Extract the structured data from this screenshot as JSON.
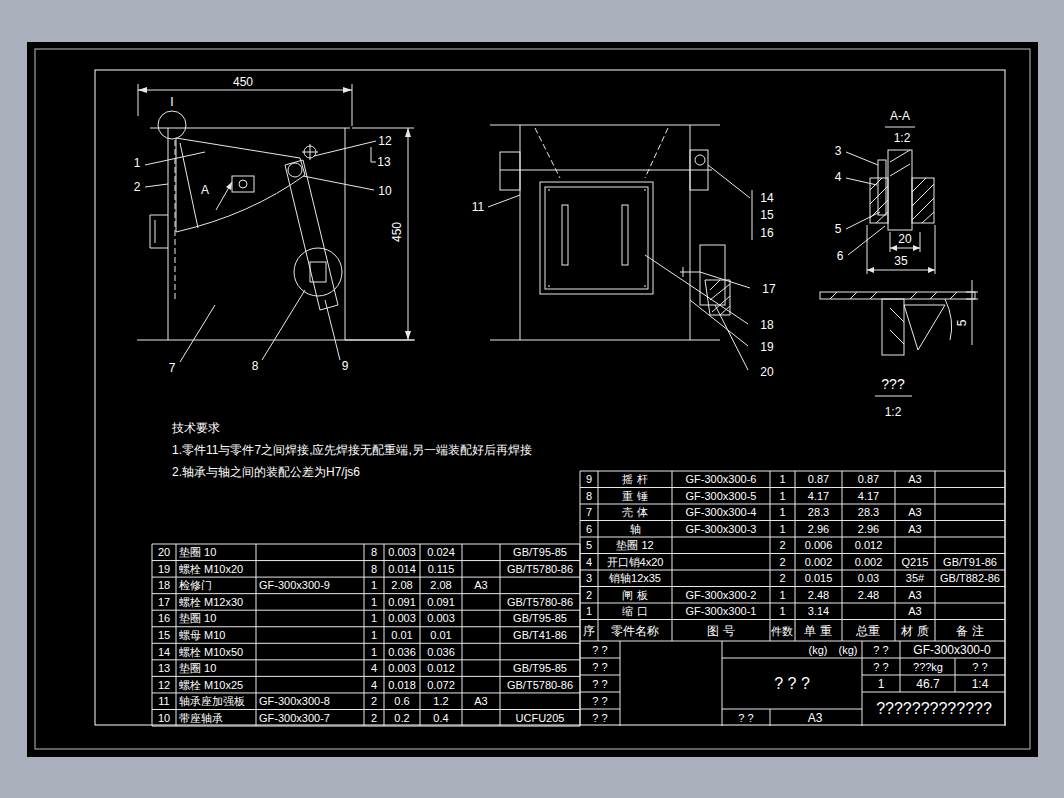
{
  "diagram": {
    "labels": [
      "450",
      "I",
      "1",
      "2",
      "A",
      "12",
      "13",
      "10",
      "7",
      "8",
      "9",
      "450",
      "11",
      "14",
      "15",
      "16",
      "17",
      "18",
      "19",
      "20",
      "A-A",
      "1:2",
      "3",
      "4",
      "5",
      "6",
      "20",
      "35",
      "5",
      "???",
      "1:2",
      "技术要求",
      "1.零件11与零件7之间焊接,应先焊接无配重端,另一端装配好后再焊接",
      "2.轴承与轴之间的装配公差为H7/js6",
      "9",
      "摇 杆",
      "GF-300x300-6",
      "1",
      "0.87",
      "0.87",
      "A3",
      "8",
      "重 锤",
      "GF-300x300-5",
      "1",
      "4.17",
      "4.17",
      "7",
      "壳 体",
      "GF-300x300-4",
      "1",
      "28.3",
      "28.3",
      "A3",
      "6",
      "轴",
      "GF-300x300-3",
      "1",
      "2.96",
      "2.96",
      "A3",
      "5",
      "垫圈 12",
      "2",
      "0.006",
      "0.012",
      "4",
      "开口销4x20",
      "2",
      "0.002",
      "0.002",
      "Q215",
      "GB/T91-86",
      "3",
      "销轴12x35",
      "2",
      "0.015",
      "0.03",
      "35#",
      "GB/T882-86",
      "2",
      "闸 板",
      "GF-300x300-2",
      "1",
      "2.48",
      "2.48",
      "A3",
      "1",
      "缩 口",
      "GF-300x300-1",
      "1",
      "3.14",
      "A3",
      "序",
      "零件名称",
      "图 号",
      "件数",
      "单 重",
      "总重",
      "材 质",
      "备 注",
      "? ?",
      "? ?",
      "? ?",
      "? ?",
      "? ?",
      "(kg)",
      "(kg)",
      "? ? ?",
      "? ?",
      "A3",
      "? ?",
      "GF-300x300-0",
      "? ?",
      "???kg",
      "? ?",
      "1",
      "46.7",
      "1:4",
      "?????????????",
      "20",
      "垫圈 10",
      "8",
      "0.003",
      "0.024",
      "GB/T95-85",
      "19",
      "螺栓 M10x20",
      "8",
      "0.014",
      "0.115",
      "GB/T5780-86",
      "18",
      "检修门",
      "GF-300x300-9",
      "1",
      "2.08",
      "2.08",
      "A3",
      "17",
      "螺栓 M12x30",
      "1",
      "0.091",
      "0.091",
      "GB/T5780-86",
      "16",
      "垫圈 10",
      "1",
      "0.003",
      "0.003",
      "GB/T95-85",
      "15",
      "螺母 M10",
      "1",
      "0.01",
      "0.01",
      "GB/T41-86",
      "14",
      "螺栓 M10x50",
      "1",
      "0.036",
      "0.036",
      "13",
      "垫圈 10",
      "4",
      "0.003",
      "0.012",
      "GB/T95-85",
      "12",
      "螺栓 M10x25",
      "4",
      "0.018",
      "0.072",
      "GB/T5780-86",
      "11",
      "轴承座加强板",
      "GF-300x300-8",
      "2",
      "0.6",
      "1.2",
      "A3",
      "10",
      "带座轴承",
      "GF-300x300-7",
      "2",
      "0.2",
      "0.4",
      "UCFU205"
    ]
  }
}
